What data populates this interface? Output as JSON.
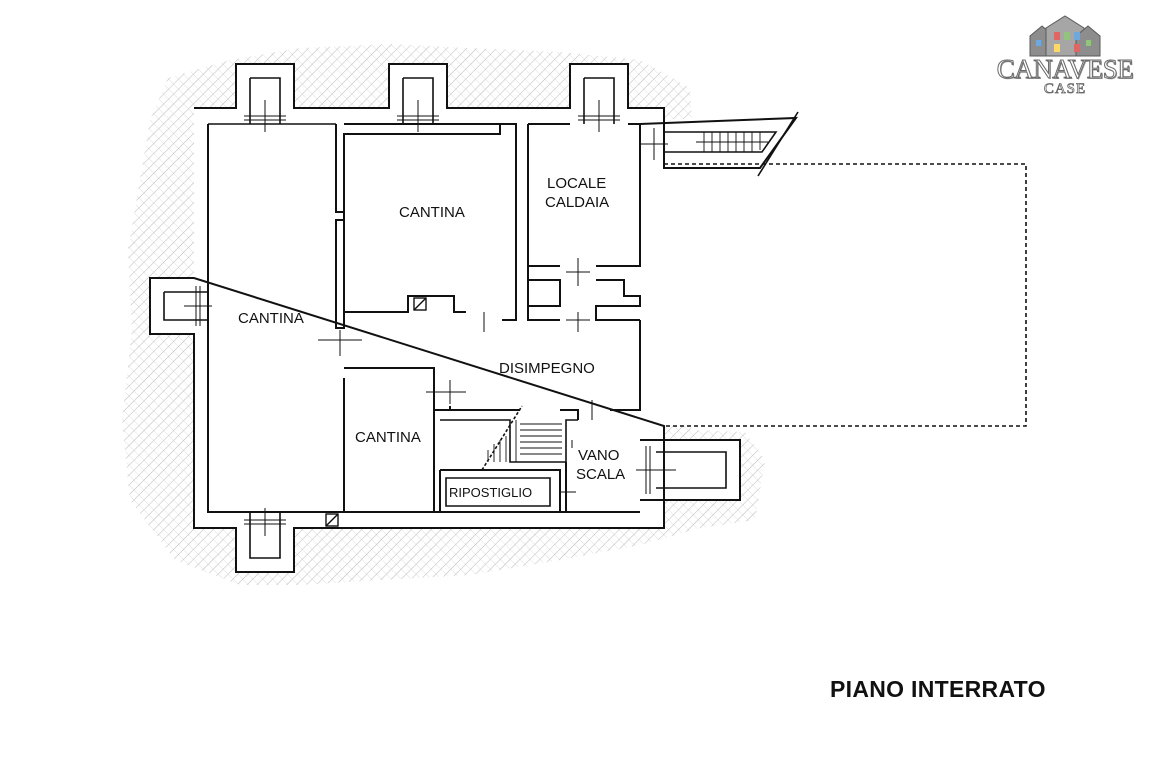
{
  "floor_title": "PIANO INTERRATO",
  "logo": {
    "name": "CANAVESE",
    "sub": "CASE"
  },
  "rooms": {
    "cantina_large": "CANTINA",
    "cantina_top": "CANTINA",
    "cantina_small": "CANTINA",
    "locale_line1": "LOCALE",
    "locale_line2": "CALDAIA",
    "disimpegno": "DISIMPEGNO",
    "vano_line1": "VANO",
    "vano_line2": "SCALA",
    "ripostiglio": "RIPOSTIGLIO"
  }
}
